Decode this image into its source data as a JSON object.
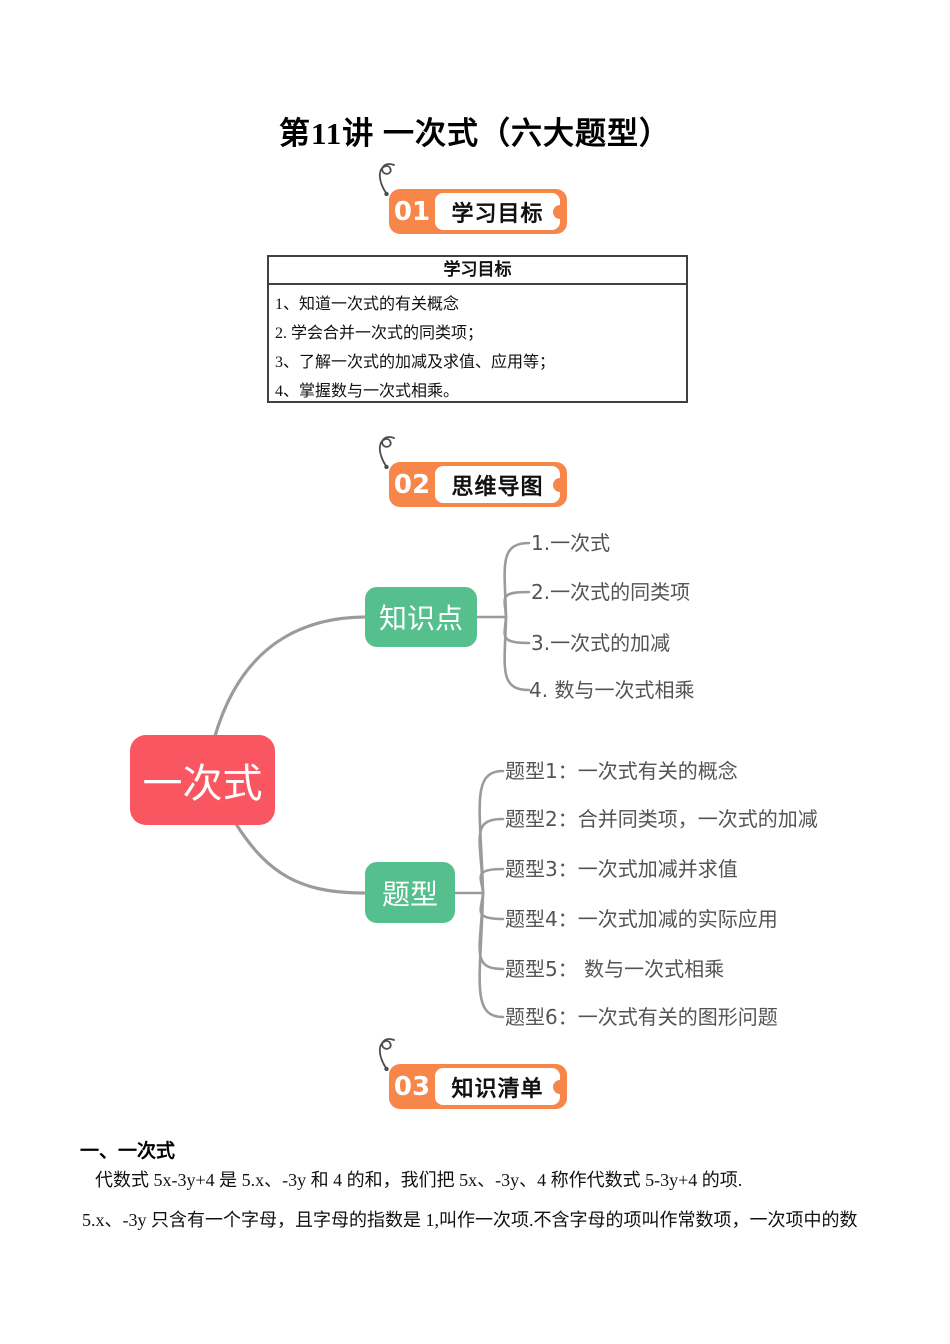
{
  "page_title": "第11讲 一次式（六大题型）",
  "sections": {
    "s1": {
      "number": "01",
      "label": "学习目标"
    },
    "s2": {
      "number": "02",
      "label": "思维导图"
    },
    "s3": {
      "number": "03",
      "label": "知识清单"
    }
  },
  "objectives": {
    "header": "学习目标",
    "items": [
      "1、知道一次式的有关概念",
      "2. 学会合并一次式的同类项；",
      "3、了解一次式的加减及求值、应用等；",
      "4、掌握数与一次式相乘。"
    ]
  },
  "mindmap": {
    "root": "一次式",
    "branches": [
      {
        "label": "知识点",
        "children": [
          "1.一次式",
          "2.一次式的同类项",
          "3.一次式的加减",
          "4. 数与一次式相乘"
        ]
      },
      {
        "label": "题型",
        "children": [
          "题型1：一次式有关的概念",
          "题型2：合并同类项，一次式的加减",
          "题型3：一次式加减并求值",
          "题型4：一次式加减的实际应用",
          "题型5： 数与一次式相乘",
          "题型6：一次式有关的图形问题"
        ]
      }
    ]
  },
  "knowledge": {
    "heading": "一、一次式",
    "lines": [
      "代数式 5x-3y+4 是 5.x、-3y 和 4 的和，我们把 5x、-3y、4 称作代数式 5-3y+4 的项.",
      "5.x、-3y 只含有一个字母，且字母的指数是 1,叫作一次项.不含字母的项叫作常数项，一次项中的数"
    ]
  },
  "theme": {
    "badge_orange": "#f6864a",
    "badge_label_text": "#111111",
    "root_red": "#fa5661",
    "branch_green": "#55bf8d",
    "line_gray": "#9b9b9b",
    "child_text": "#545454"
  }
}
